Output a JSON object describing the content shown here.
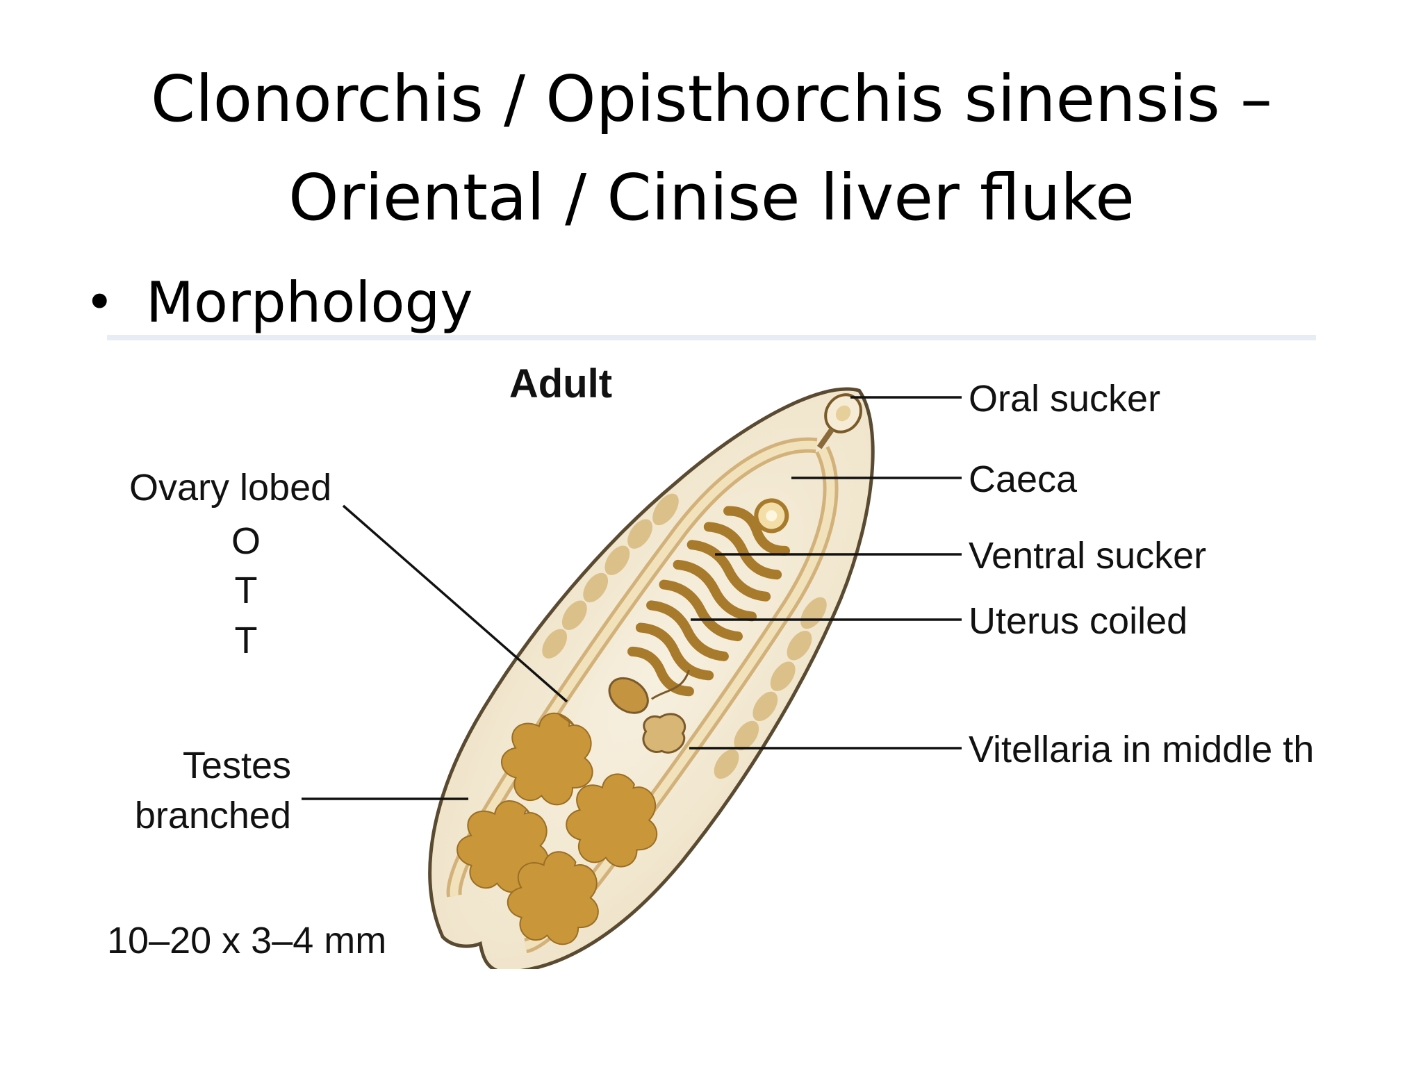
{
  "slide": {
    "title_line1": "Clonorchis / Opisthorchis sinensis –",
    "title_line2": "Oriental / Cinise liver fluke",
    "bullet": "Morphology"
  },
  "diagram": {
    "heading": "Adult",
    "labels": {
      "oral_sucker": "Oral sucker",
      "caeca": "Caeca",
      "ventral_sucker": "Ventral sucker",
      "uterus": "Uterus coiled",
      "vitellaria": "Vitellaria in middle third",
      "ovary": "Ovary lobed",
      "mnemonic": [
        "O",
        "T",
        "T"
      ],
      "testes_line1": "Testes",
      "testes_line2": "branched",
      "size": "10–20 x 3–4 mm"
    },
    "colors": {
      "body_fill": "#f3ead6",
      "body_outline": "#5a4a32",
      "organ": "#a87a2c",
      "organ_light": "#d8b676",
      "caeca_fill": "#efdcb2"
    }
  }
}
